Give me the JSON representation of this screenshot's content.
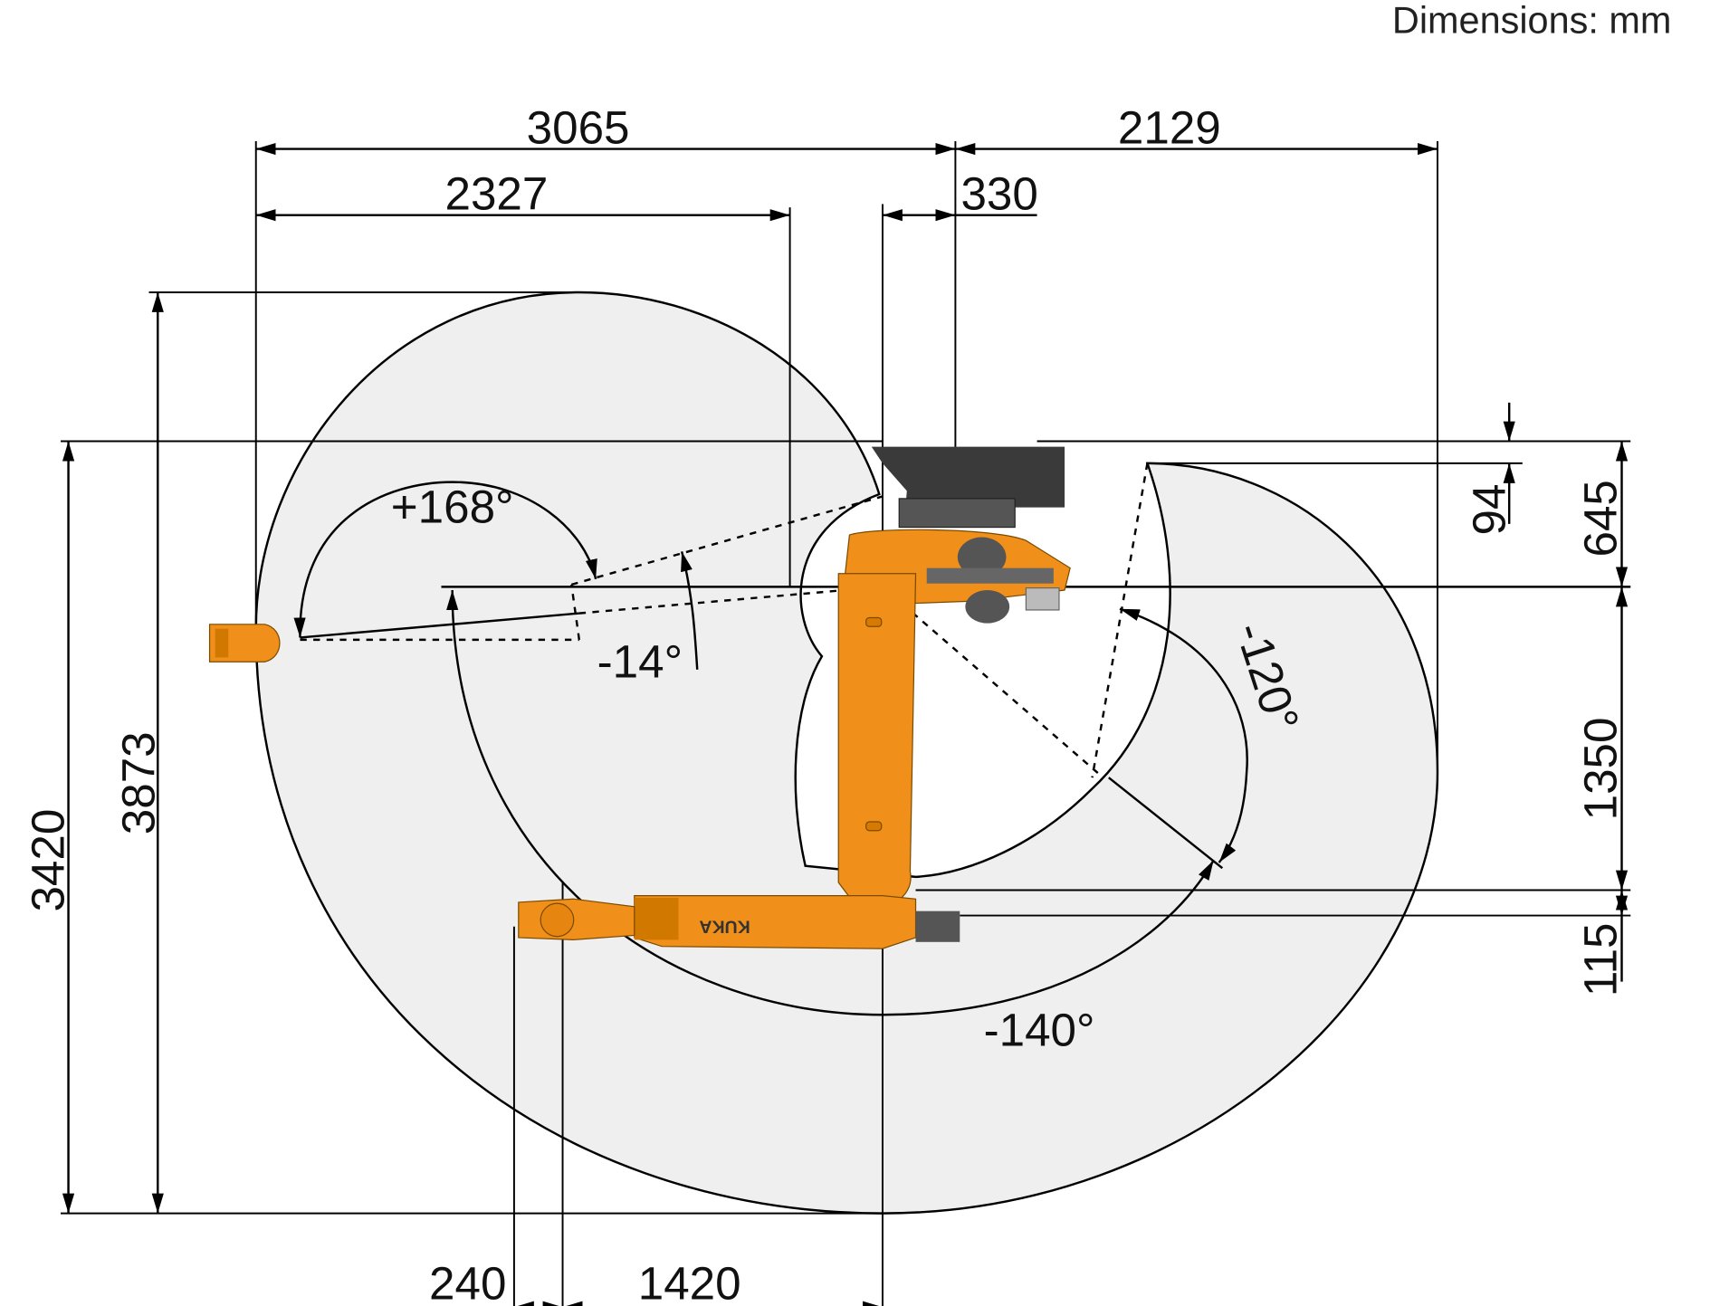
{
  "units_label": "Dimensions: mm",
  "dimensions": {
    "top_overall_left": "3065",
    "top_overall_right": "2129",
    "top_inner_left": "2327",
    "top_offset": "330",
    "height_total": "3420",
    "height_envelope": "3873",
    "right_94": "94",
    "right_645": "645",
    "right_1350": "1350",
    "right_115": "115",
    "bottom_240": "240",
    "bottom_1420": "1420"
  },
  "angles": {
    "a2_positive": "+168°",
    "a2_negative": "-14°",
    "a3_negative_120": "-120°",
    "a3_negative_140": "-140°"
  },
  "colors": {
    "envelope_fill": "#efefef",
    "robot_orange": "#f0901a",
    "robot_dark": "#3a3a3a"
  },
  "robot_brand": "KUKA"
}
